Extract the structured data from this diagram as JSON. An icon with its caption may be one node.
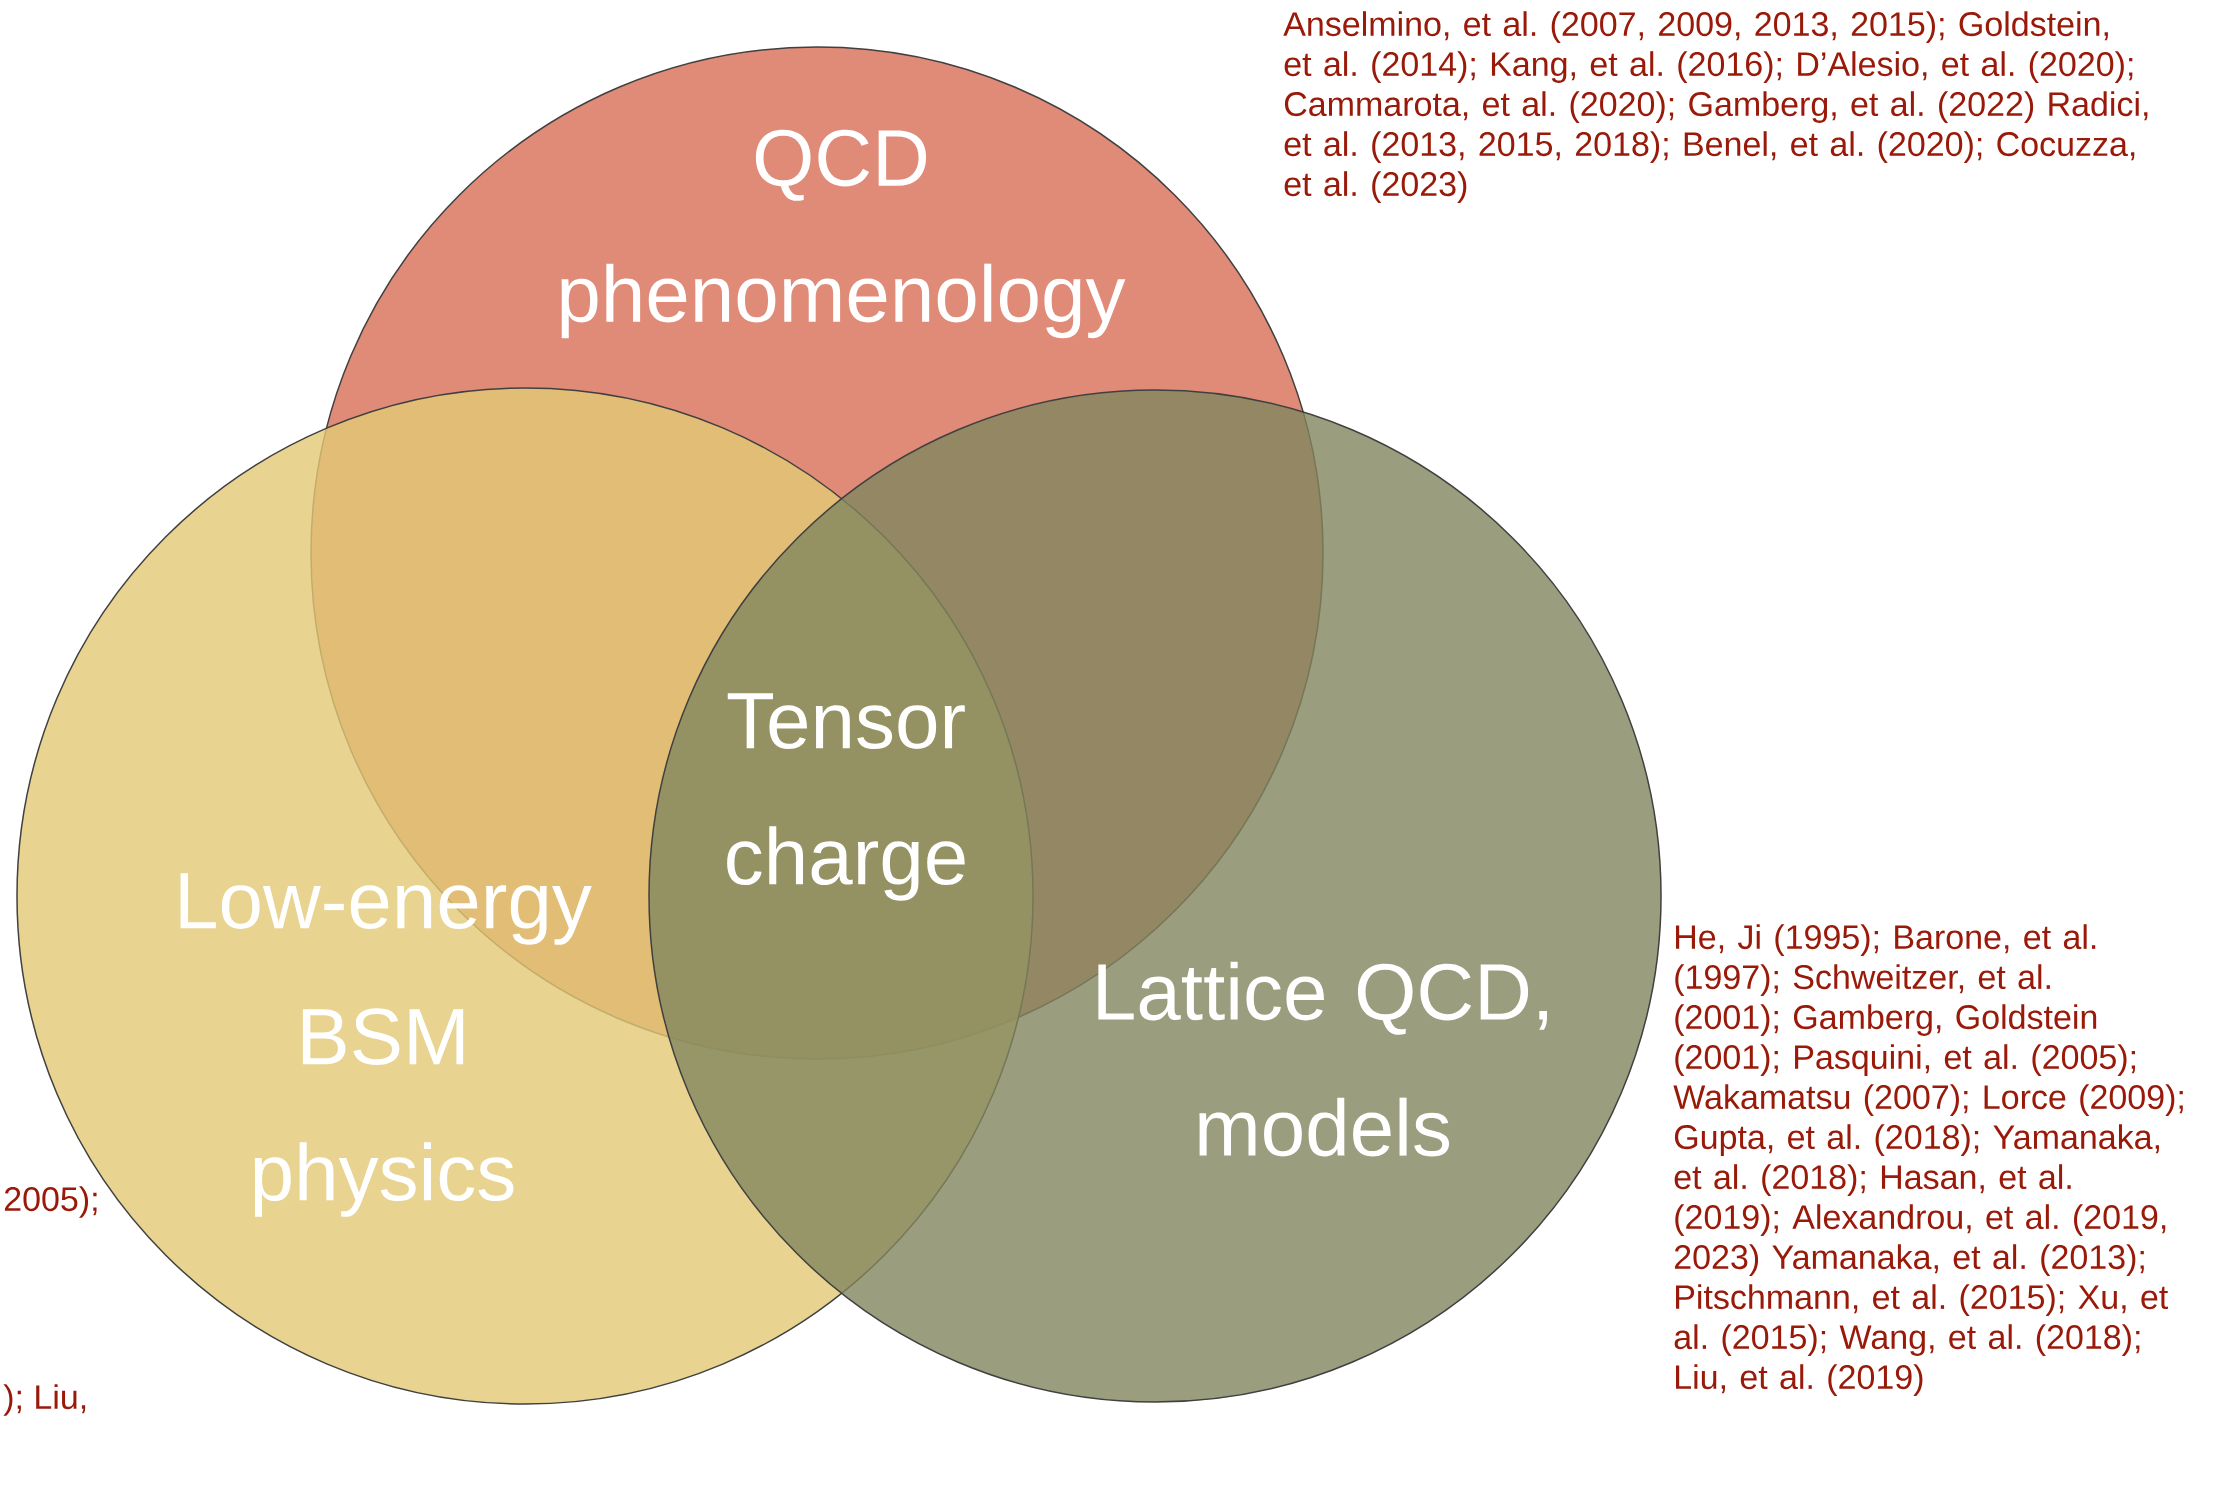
{
  "diagram": {
    "nodes": [
      {
        "text": [
          "QCD phenomenology"
        ],
        "beside": [
          "Anselmino, et al. (2007, 2009, 2013, 2015); Goldstein, et al. (2014); Kang, et al. (2016); D’Alesio, et al. (2020); Cammarota, et al. (2020); Gamberg, et al. (2022) Radici, et al. (2013, 2015, 2018); Benel, et al. (2020); Cocuzza, et al. (2023)"
        ]
      },
      {
        "text": [
          "Low-energy BSM physics"
        ],
        "beside": [
          "2005);",
          "); Liu,"
        ]
      },
      {
        "text": [
          "Lattice QCD, models"
        ],
        "beside": [
          "He, Ji (1995); Barone, et al. (1997); Schweitzer, et al. (2001); Gamberg, Goldstein (2001); Pasquini, et al. (2005); Wakamatsu (2007); Lorce (2009); Gupta, et al. (2018); Yamanaka, et al. (2018); Hasan, et al. (2019); Alexandrou, et al. (2019, 2023) Yamanaka, et al. (2013); Pitschmann, et al. (2015); Xu, et al. (2015); Wang, et al. (2018); Liu, et al. (2019)"
        ]
      }
    ],
    "labels": [
      "Tensor charge"
    ]
  }
}
